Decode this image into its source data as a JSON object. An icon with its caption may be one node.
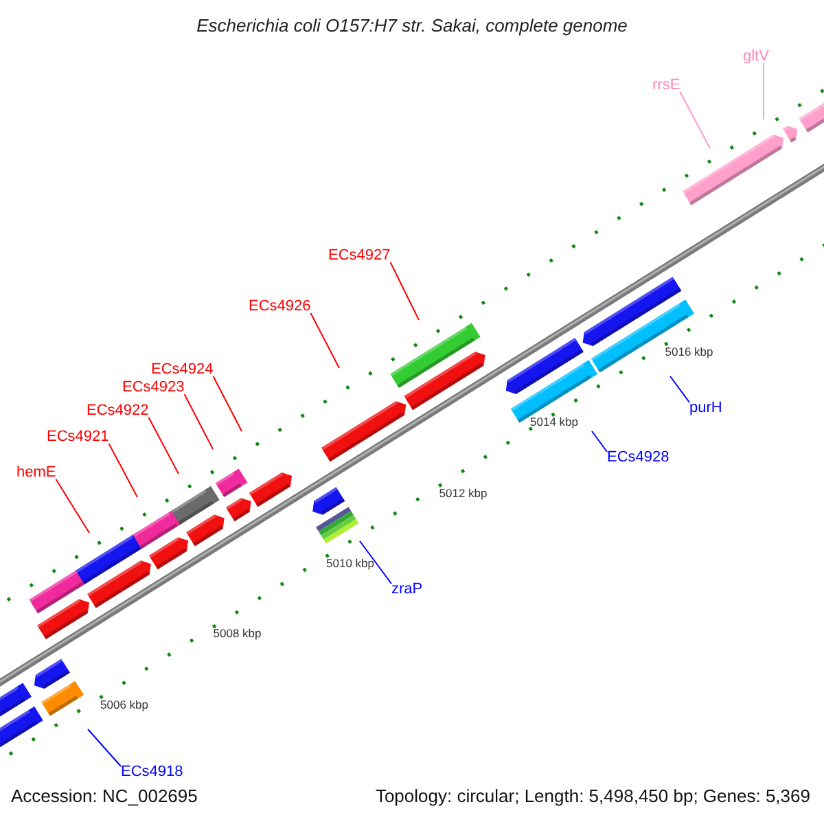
{
  "diagram": {
    "title": "Escherichia coli O157:H7 str. Sakai, complete genome",
    "nodes": [
      {
        "text": [
          "gltV"
        ]
      },
      {
        "text": [
          "rrsE"
        ]
      },
      {
        "text": [
          "ECs4927"
        ]
      },
      {
        "text": [
          "ECs4926"
        ]
      },
      {
        "text": [
          "ECs4924"
        ]
      },
      {
        "text": [
          "ECs4923"
        ]
      },
      {
        "text": [
          "ECs4922"
        ]
      },
      {
        "text": [
          "ECs4921"
        ]
      },
      {
        "text": [
          "hemE"
        ]
      },
      {
        "text": [
          "purH"
        ]
      },
      {
        "text": [
          "ECs4928"
        ]
      },
      {
        "text": [
          "zraP"
        ]
      },
      {
        "text": [
          "ECs4918"
        ]
      }
    ],
    "edges": [
      {
        "from": 0,
        "to": null,
        "arrow": "none",
        "color": "#ff99cc"
      },
      {
        "from": 1,
        "to": null,
        "arrow": "none",
        "color": "#ff99cc"
      },
      {
        "from": 2,
        "to": null,
        "arrow": "none"
      },
      {
        "from": 3,
        "to": null,
        "arrow": "none"
      },
      {
        "from": 4,
        "to": null,
        "arrow": "none"
      },
      {
        "from": 5,
        "to": null,
        "arrow": "none"
      },
      {
        "from": 6,
        "to": null,
        "arrow": "none"
      },
      {
        "from": 7,
        "to": null,
        "arrow": "none"
      },
      {
        "from": 8,
        "to": null,
        "arrow": "none"
      },
      {
        "from": 9,
        "to": null,
        "arrow": "none",
        "color": "#0000ff"
      },
      {
        "from": 10,
        "to": null,
        "arrow": "none",
        "color": "#0000ff"
      },
      {
        "from": 11,
        "to": null,
        "arrow": "none",
        "color": "#0000ff"
      },
      {
        "from": 12,
        "to": null,
        "arrow": "none",
        "color": "#0000ff"
      }
    ],
    "labels": [
      "5016 kbp",
      "5014 kbp",
      "5012 kbp",
      "5010 kbp",
      "5008 kbp",
      "5006 kbp",
      "Accession: NC_002695",
      "Topology: circular; Length: 5,498,450 bp; Genes: 5,369"
    ]
  }
}
